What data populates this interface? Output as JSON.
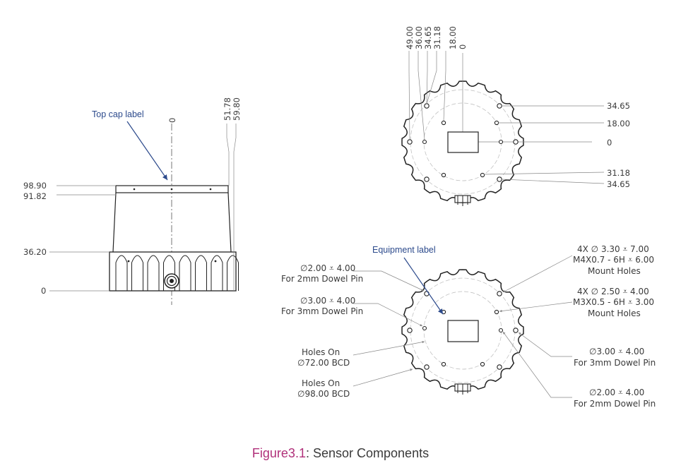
{
  "caption": {
    "figure": "Figure3.1",
    "sep": ":",
    "title": "Sensor Components"
  },
  "side_view": {
    "label": "Top cap label",
    "v_dims": [
      "98.90",
      "91.82",
      "36.20",
      "0"
    ],
    "h_dims": [
      "0",
      "51.78",
      "59.80"
    ]
  },
  "top_view": {
    "top_dims": [
      "49.00",
      "36.00",
      "34.65",
      "31.18",
      "18.00",
      "0"
    ],
    "right_dims": [
      "34.65",
      "18.00",
      "0",
      "31.18",
      "34.65"
    ]
  },
  "bottom_view": {
    "label": "Equipment label",
    "left_notes": [
      {
        "line1": "∅2.00 ⩡ 4.00",
        "line2": "For 2mm Dowel Pin"
      },
      {
        "line1": "∅3.00 ⩡ 4.00",
        "line2": "For 3mm Dowel Pin"
      },
      {
        "line1": "Holes On",
        "line2": "∅72.00 BCD"
      },
      {
        "line1": "Holes On",
        "line2": "∅98.00 BCD"
      }
    ],
    "right_notes": [
      {
        "line1": "4X ∅ 3.30 ⩡ 7.00",
        "line2": "M4X0.7 - 6H ⩡ 6.00",
        "line3": "Mount Holes"
      },
      {
        "line1": "4X ∅ 2.50 ⩡ 4.00",
        "line2": "M3X0.5 - 6H ⩡ 3.00",
        "line3": "Mount Holes"
      },
      {
        "line1": "∅3.00 ⩡ 4.00",
        "line2": "For 3mm Dowel Pin"
      },
      {
        "line1": "∅2.00 ⩡ 4.00",
        "line2": "For 2mm Dowel Pin"
      }
    ]
  }
}
